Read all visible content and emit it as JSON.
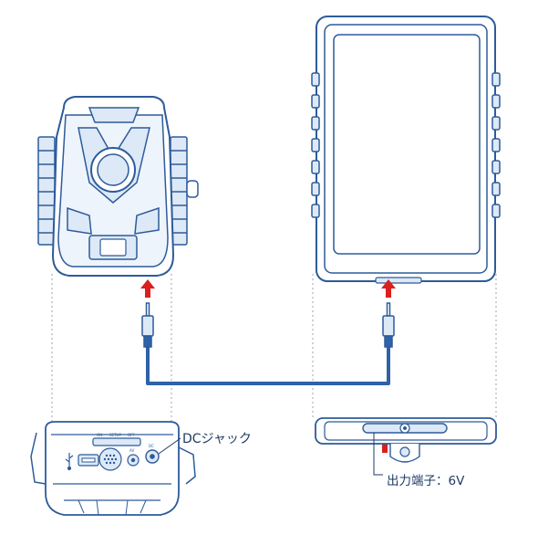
{
  "labels": {
    "dc_jack": "DCジャック",
    "output_terminal": "出力端子：6V"
  },
  "camera_ports": {
    "switch_labels": [
      "ON",
      "SETUP",
      "OFF"
    ],
    "av_label": "AV",
    "dc_label": "DC"
  },
  "colors": {
    "line": "#2d5b9a",
    "fill_light": "#dde9f6",
    "cable": "#2f62a8",
    "arrow": "#d9201f",
    "dotted": "#9aa7b6"
  },
  "icons": [
    "usb-icon",
    "red-arrow-icon"
  ]
}
